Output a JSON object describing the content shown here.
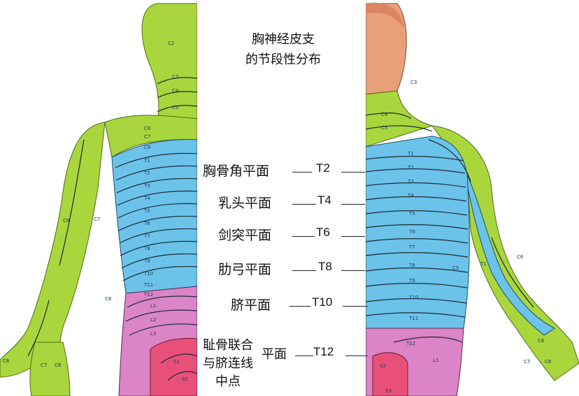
{
  "title_line1": "胸神经皮支",
  "title_line2": "的节段性分布",
  "levels": [
    {
      "label": "胸骨角平面",
      "level": "T2"
    },
    {
      "label": "乳头平面",
      "level": "T4"
    },
    {
      "label": "剑突平面",
      "level": "T6"
    },
    {
      "label": "肋弓平面",
      "level": "T8"
    },
    {
      "label": "脐平面",
      "level": "T10"
    },
    {
      "label": "平面",
      "level": "T12"
    }
  ],
  "last_label_lines": [
    "耻骨联合",
    "与脐连线",
    "中点"
  ],
  "back_segments": [
    "C2",
    "C3",
    "C4",
    "C5",
    "C6",
    "C7",
    "C8",
    "T1",
    "T2",
    "T3",
    "T4",
    "T5",
    "T6",
    "T7",
    "T8",
    "T9",
    "T10",
    "T11",
    "T12",
    "L1",
    "L2",
    "L3",
    "S1",
    "S2",
    "C6",
    "C7",
    "C8",
    "C6",
    "C7",
    "C8"
  ],
  "front_segments": [
    "C3",
    "C4",
    "C5",
    "T1",
    "T2",
    "T3",
    "T4",
    "T5",
    "T6",
    "T7",
    "T8",
    "T9",
    "T10",
    "T11",
    "T12",
    "L1",
    "S2",
    "S3",
    "C6",
    "C5",
    "T1",
    "C6",
    "C7",
    "C8"
  ],
  "colors": {
    "cervical_green": "#a9d63c",
    "thoracic_blue": "#6cc3ea",
    "lumbar_pink": "#dc84c8",
    "sacral_red": "#e8507a",
    "skin": "#e8a07a"
  }
}
